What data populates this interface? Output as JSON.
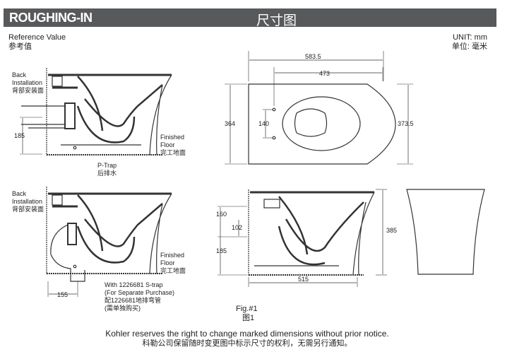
{
  "header": {
    "title": "ROUGHING-IN",
    "title_cn": "尺寸图"
  },
  "reference": {
    "label": "Reference Value",
    "label_cn": "参考值"
  },
  "unit": {
    "label": "UNIT:  mm",
    "label_cn": "单位:  毫米"
  },
  "ptrap_view": {
    "back_installation": [
      "Back",
      "Installation"
    ],
    "back_installation_cn": "背部安装面",
    "dim_height": "185",
    "finished_floor": [
      "Finished",
      "Floor"
    ],
    "finished_floor_cn": "完工地面",
    "caption": "P-Trap",
    "caption_cn": "后排水"
  },
  "strap_view": {
    "back_installation": [
      "Back",
      "Installation"
    ],
    "back_installation_cn": "背部安装面",
    "finished_floor": [
      "Finished",
      "Floor"
    ],
    "finished_floor_cn": "完工地面",
    "dim_offset": "155",
    "note": [
      "With 1226681 S-trap",
      "(For Separate Purchase)",
      "配1226681地排弯管",
      "(需单独购买)"
    ]
  },
  "top_view": {
    "overall_length": "583.5",
    "bowl_length": "473",
    "depth": "364",
    "hole_spacing": "140",
    "width": "373.5"
  },
  "side_view": {
    "dim_upper": "160",
    "dim_mid": "102",
    "dim_lower": "185",
    "height": "385",
    "length": "515"
  },
  "figure": {
    "label": "Fig.#1",
    "label_cn": "图1"
  },
  "footer": {
    "notice": "Kohler reserves the right to change marked dimensions without prior notice.",
    "notice_cn": "科勒公司保留随时变更图中标示尺寸的权利，无需另行通知。"
  }
}
